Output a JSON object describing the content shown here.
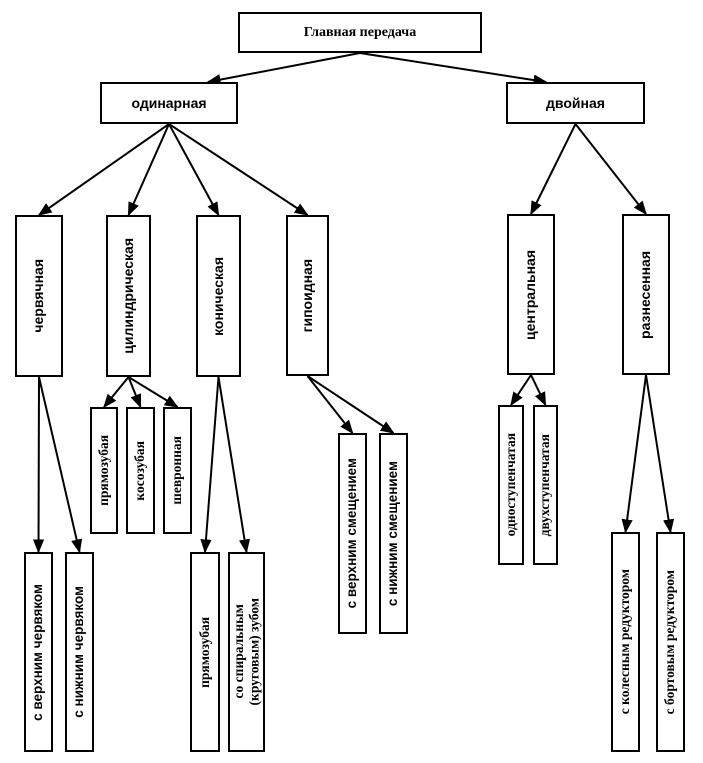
{
  "diagram": {
    "root": {
      "label": "Главная передача"
    },
    "level1": {
      "single": {
        "label": "одинарная"
      },
      "double": {
        "label": "двойная"
      }
    },
    "level2": {
      "worm": {
        "label": "червячная"
      },
      "cylindrical": {
        "label": "цилиндрическая"
      },
      "conical": {
        "label": "коническая"
      },
      "hypoid": {
        "label": "гипоидная"
      },
      "central": {
        "label": "центральная"
      },
      "separated": {
        "label": "разнесенная"
      }
    },
    "level3": {
      "cyl_straight": {
        "label": "прямозубая"
      },
      "cyl_helical": {
        "label": "косозубая"
      },
      "cyl_chevron": {
        "label": "шевронная"
      },
      "hyp_upper": {
        "label": "с верхним смещением"
      },
      "hyp_lower": {
        "label": "с нижним смещением"
      },
      "cen_single_stage": {
        "label": "одноступенчатая"
      },
      "cen_two_stage": {
        "label": "двухступенчатая"
      }
    },
    "level4": {
      "worm_upper": {
        "label": "с верхним червяком"
      },
      "worm_lower": {
        "label": "с нижним червяком"
      },
      "con_straight": {
        "label": "прямозубая"
      },
      "con_spiral": {
        "label": "со спиральным\n(круговым) зубом"
      },
      "sep_wheel": {
        "label": "с колесным редуктором"
      },
      "sep_board": {
        "label": "с бортовым редуктором"
      }
    },
    "edges": [
      [
        "root",
        "single"
      ],
      [
        "root",
        "double"
      ],
      [
        "single",
        "worm"
      ],
      [
        "single",
        "cylindrical"
      ],
      [
        "single",
        "conical"
      ],
      [
        "single",
        "hypoid"
      ],
      [
        "double",
        "central"
      ],
      [
        "double",
        "separated"
      ],
      [
        "cylindrical",
        "cyl_straight"
      ],
      [
        "cylindrical",
        "cyl_helical"
      ],
      [
        "cylindrical",
        "cyl_chevron"
      ],
      [
        "hypoid",
        "hyp_upper"
      ],
      [
        "hypoid",
        "hyp_lower"
      ],
      [
        "central",
        "cen_single_stage"
      ],
      [
        "central",
        "cen_two_stage"
      ],
      [
        "worm",
        "worm_upper"
      ],
      [
        "worm",
        "worm_lower"
      ],
      [
        "conical",
        "con_straight"
      ],
      [
        "conical",
        "con_spiral"
      ],
      [
        "separated",
        "sep_wheel"
      ],
      [
        "separated",
        "sep_board"
      ]
    ]
  }
}
